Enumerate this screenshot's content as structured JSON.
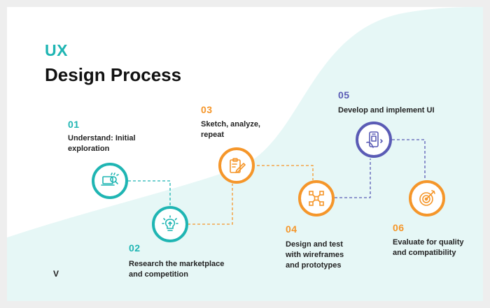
{
  "title": {
    "accent": "UX",
    "main": "Design Process"
  },
  "colors": {
    "teal": "#1fb5b3",
    "orange": "#f5962a",
    "purple": "#5a5bb5",
    "wave": "#e6f7f6"
  },
  "steps": [
    {
      "num": "01",
      "label": "Understand: Initial\nexploration",
      "icon": "search-laptop-icon"
    },
    {
      "num": "02",
      "label": "Research the marketplace\nand competition",
      "icon": "lightbulb-icon"
    },
    {
      "num": "03",
      "label": "Sketch, analyze,\nrepeat",
      "icon": "clipboard-pencil-icon"
    },
    {
      "num": "04",
      "label": "Design and test\nwith wireframes\nand prototypes",
      "icon": "wireframe-nodes-icon"
    },
    {
      "num": "05",
      "label": "Develop and implement UI",
      "icon": "mobile-hand-icon"
    },
    {
      "num": "06",
      "label": "Evaluate for quality\nand compatibility",
      "icon": "target-arrow-icon"
    }
  ],
  "logo": "V"
}
